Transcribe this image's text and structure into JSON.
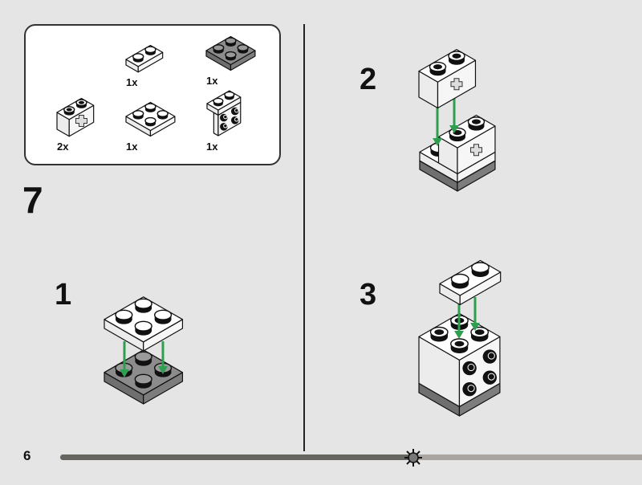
{
  "page_number": "6",
  "main_step": "7",
  "parts_list": [
    {
      "name": "plate-1x2-white",
      "qty": "1x"
    },
    {
      "name": "plate-2x2-gray",
      "qty": "1x"
    },
    {
      "name": "technic-brick-1x2-white",
      "qty": "2x"
    },
    {
      "name": "plate-2x2-white",
      "qty": "1x"
    },
    {
      "name": "bracket-white",
      "qty": "1x"
    }
  ],
  "steps": [
    {
      "number": "1"
    },
    {
      "number": "2"
    },
    {
      "number": "3"
    }
  ],
  "progress": {
    "fraction": 0.61,
    "icon": "sun-icon"
  },
  "colors": {
    "background": "#e5e5e5",
    "arrow": "#2e9e4f",
    "gray_piece": "#8c8c8c",
    "bar_done": "#67655f",
    "bar_rest": "#aaa5a0"
  }
}
